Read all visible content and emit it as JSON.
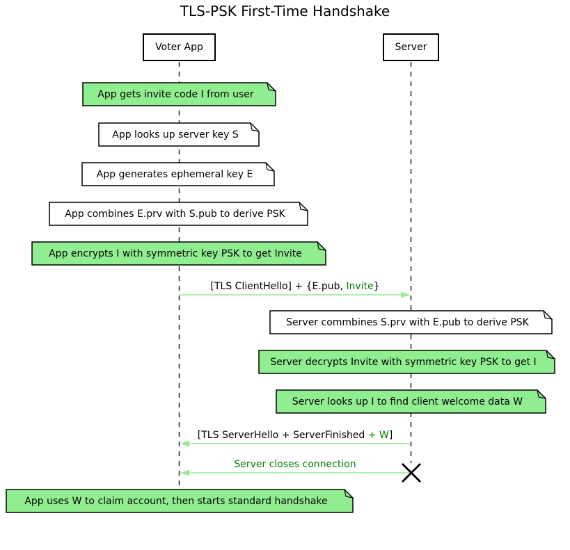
{
  "title": "TLS-PSK First-Time Handshake",
  "participants": [
    {
      "name": "Voter App"
    },
    {
      "name": "Server"
    }
  ],
  "notes": [
    {
      "text": "App gets invite code I from user",
      "variant": "green",
      "over": "Voter App"
    },
    {
      "text": "App looks up server key S",
      "variant": "white",
      "over": "Voter App"
    },
    {
      "text": "App generates ephemeral key E",
      "variant": "white",
      "over": "Voter App"
    },
    {
      "text": "App combines E.prv with S.pub to derive PSK",
      "variant": "white",
      "over": "Voter App"
    },
    {
      "text": "App encrypts I with symmetric key PSK to get Invite",
      "variant": "green",
      "over": "Voter App"
    },
    {
      "text": "Server commbines S.prv with E.pub to derive PSK",
      "variant": "white",
      "over": "Server"
    },
    {
      "text": "Server decrypts Invite with symmetric key PSK to get I",
      "variant": "green",
      "over": "Server"
    },
    {
      "text": "Server looks up I to find client welcome data W",
      "variant": "green",
      "over": "Server"
    },
    {
      "text": "App uses W to claim account, then starts standard handshake",
      "variant": "green",
      "over": "Voter App"
    }
  ],
  "messages": [
    {
      "from": "Voter App",
      "to": "Server",
      "prefix": "[TLS ClientHello] + {E.pub, ",
      "highlight": "Invite",
      "suffix": "}"
    },
    {
      "from": "Server",
      "to": "Voter App",
      "prefix": "[TLS ServerHello + ServerFinished ",
      "highlight": "+ W",
      "suffix": "]"
    },
    {
      "from": "Server",
      "to": "Voter App",
      "prefix": "",
      "highlight": "Server closes connection",
      "suffix": ""
    }
  ],
  "destroy_marker": {
    "on": "Server"
  },
  "colors": {
    "note_fill_green": "#90EE90",
    "note_fill_white": "#FFFFFF",
    "border": "#000000",
    "arrow_line": "#90EE90",
    "highlight_text": "#008000",
    "lifeline": "#222222",
    "text": "#000000",
    "background": "#FFFFFF"
  }
}
